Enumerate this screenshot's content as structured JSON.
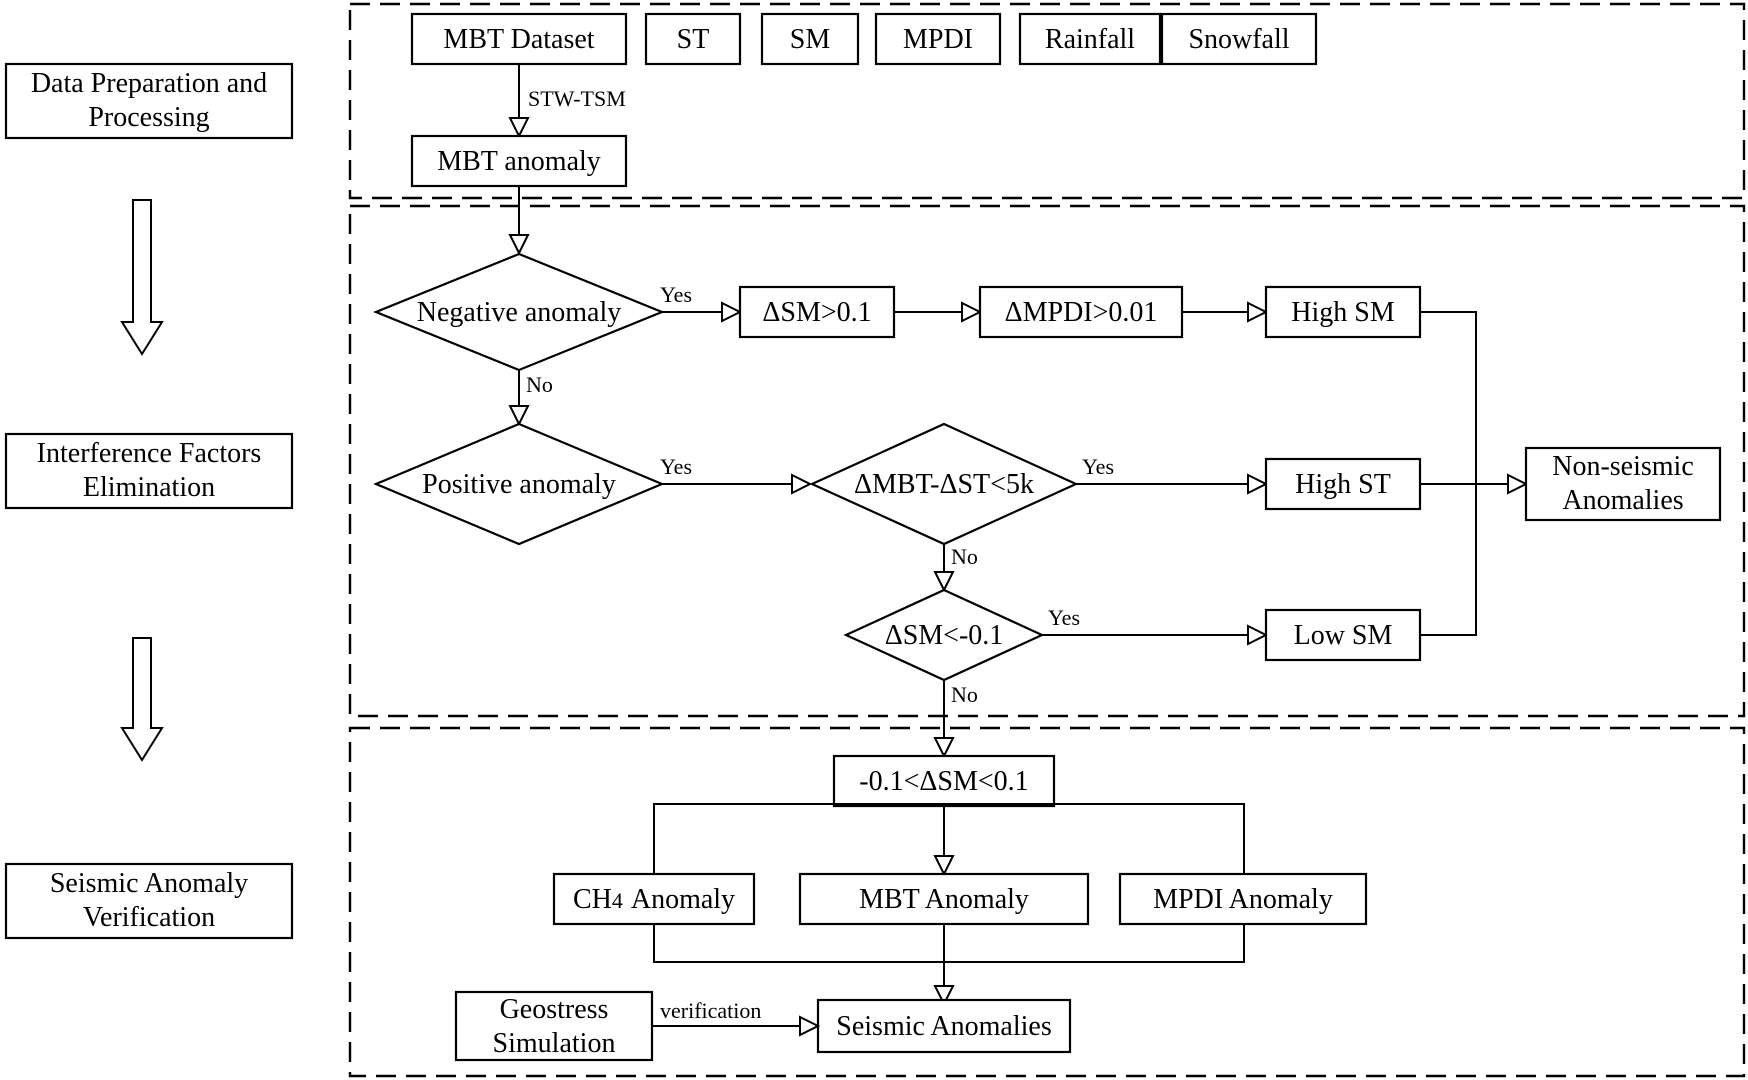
{
  "stages": {
    "data_preparation": "Data Preparation and|Processing",
    "interference_elimination": "Interference Factors|Elimination",
    "seismic_verification": "Seismic Anomaly|Verification"
  },
  "inputs": {
    "mbt_dataset": "MBT Dataset",
    "st": "ST",
    "sm": "SM",
    "mpdi": "MPDI",
    "rainfall": "Rainfall",
    "snowfall": "Snowfall"
  },
  "method_label": "STW-TSM",
  "mbt_anomaly": "MBT anomaly",
  "decisions": {
    "negative_anomaly": "Negative anomaly",
    "positive_anomaly": "Positive anomaly",
    "mbt_st_check": "ΔMBT-ΔST<5k",
    "sm_low_check": "ΔSM<-0.1"
  },
  "conditions": {
    "sm_gt": "ΔSM>0.1",
    "mpdi_gt": "ΔMPDI>0.01",
    "sm_range": "-0.1<ΔSM<0.1"
  },
  "results": {
    "high_sm": "High SM",
    "high_st": "High ST",
    "low_sm": "Low SM",
    "non_seismic": "Non-seismic|Anomalies",
    "seismic": "Seismic Anomalies"
  },
  "verification_sources": {
    "ch4_main": "CH",
    "ch4_sub": "4",
    "ch4_tail": "Anomaly",
    "mbt": "MBT Anomaly",
    "mpdi": "MPDI Anomaly",
    "geostress": "Geostress|Simulation"
  },
  "edge_labels": {
    "yes": "Yes",
    "no": "No",
    "verification": "verification"
  }
}
